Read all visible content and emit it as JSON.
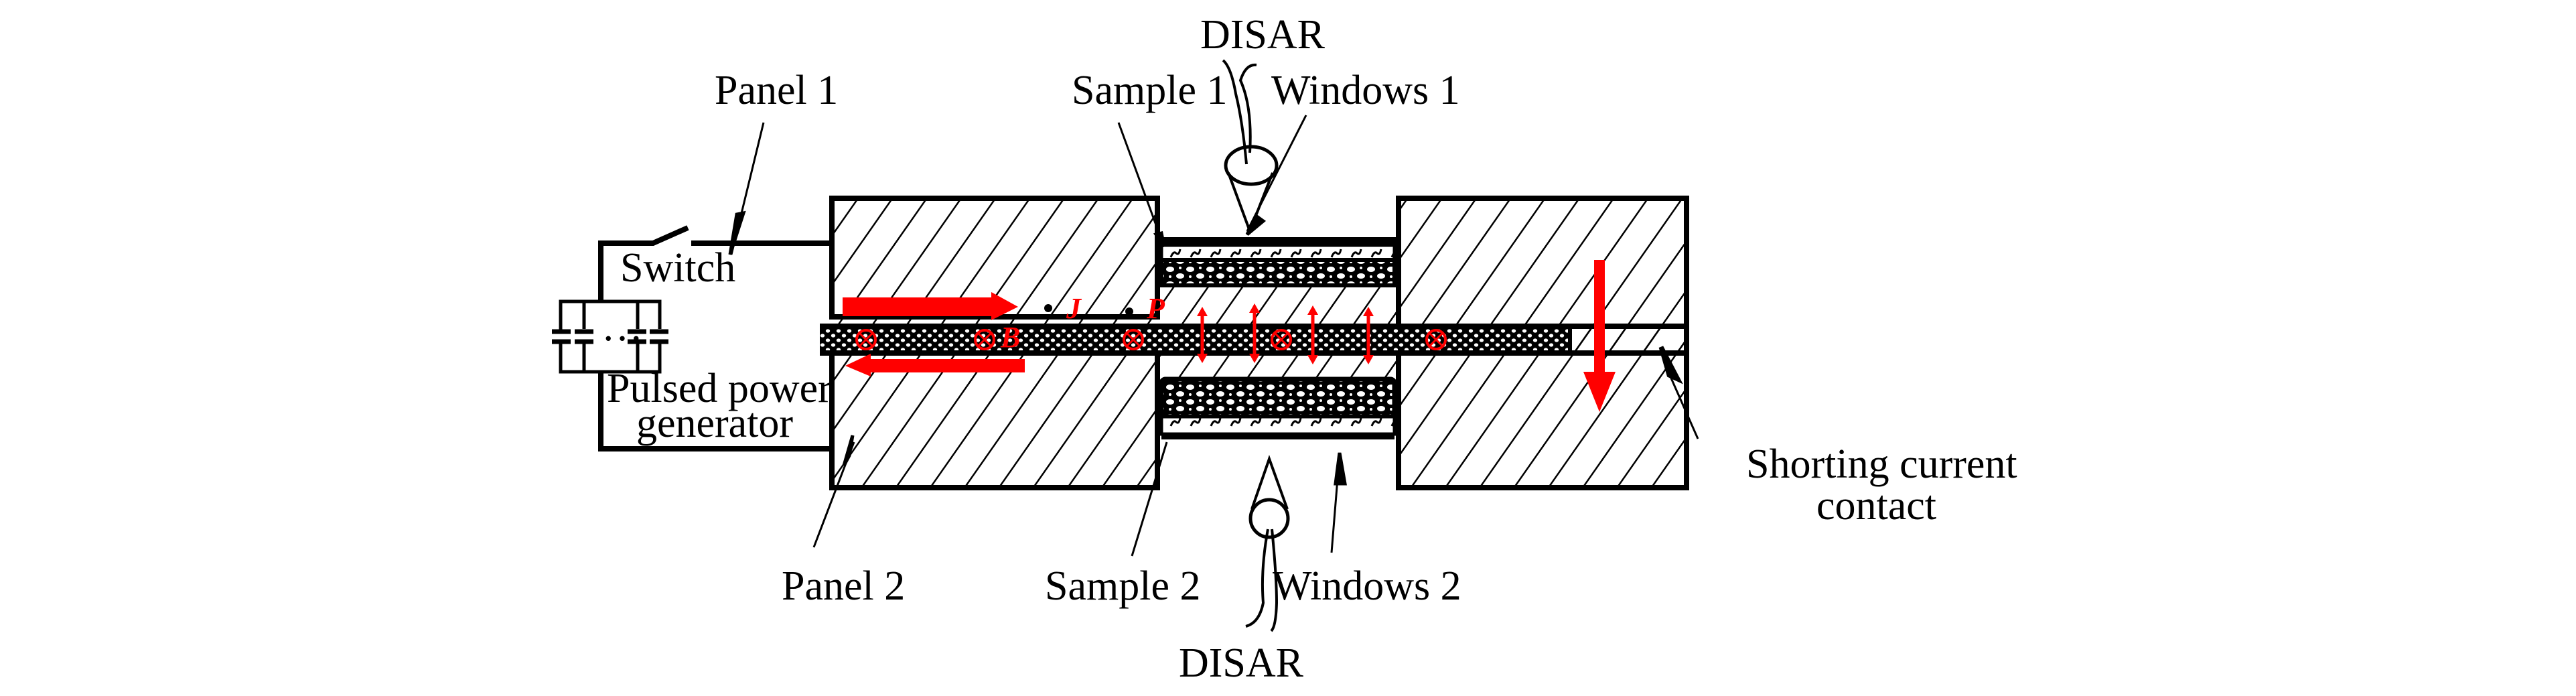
{
  "diagram": {
    "title": "Pulsed power magnetic loading experimental setup",
    "labels": {
      "disar_top": "DISAR",
      "disar_bottom": "DISAR",
      "panel1": "Panel 1",
      "panel2": "Panel 2",
      "sample1": "Sample 1",
      "sample2": "Sample 2",
      "windows1": "Windows 1",
      "windows2": "Windows 2",
      "switch": "Switch",
      "generator_line1": "Pulsed power",
      "generator_line2": "generator",
      "capacitor_ellipsis": "…",
      "shorting_line1": "Shorting current",
      "shorting_line2": "contact"
    },
    "physics_symbols": {
      "current_density": "J",
      "pressure": "P",
      "magnetic_field": "B"
    },
    "colors": {
      "line": "#000000",
      "annotation": "#ff0000",
      "background": "#ffffff"
    }
  }
}
